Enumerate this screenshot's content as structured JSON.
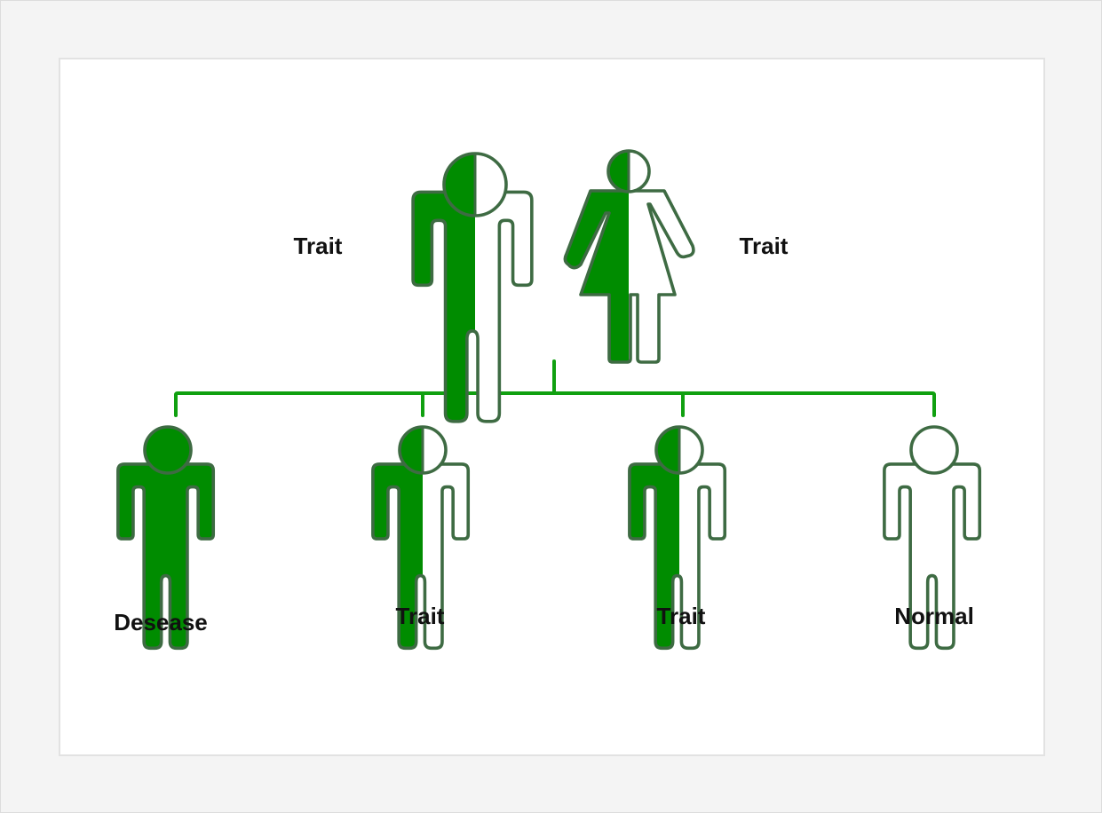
{
  "colors": {
    "fill": "#008c00",
    "outline": "#3e6b43",
    "connector": "#10a010",
    "background": "#ffffff"
  },
  "parents": {
    "father": {
      "label": "Trait",
      "status": "trait",
      "icon": "male-figure-icon"
    },
    "mother": {
      "label": "Trait",
      "status": "trait",
      "icon": "female-figure-icon"
    }
  },
  "children": [
    {
      "label": "Desease",
      "status": "disease",
      "icon": "male-figure-icon"
    },
    {
      "label": "Trait",
      "status": "trait",
      "icon": "male-figure-icon"
    },
    {
      "label": "Trait",
      "status": "trait",
      "icon": "male-figure-icon"
    },
    {
      "label": "Normal",
      "status": "normal",
      "icon": "male-figure-icon"
    }
  ]
}
